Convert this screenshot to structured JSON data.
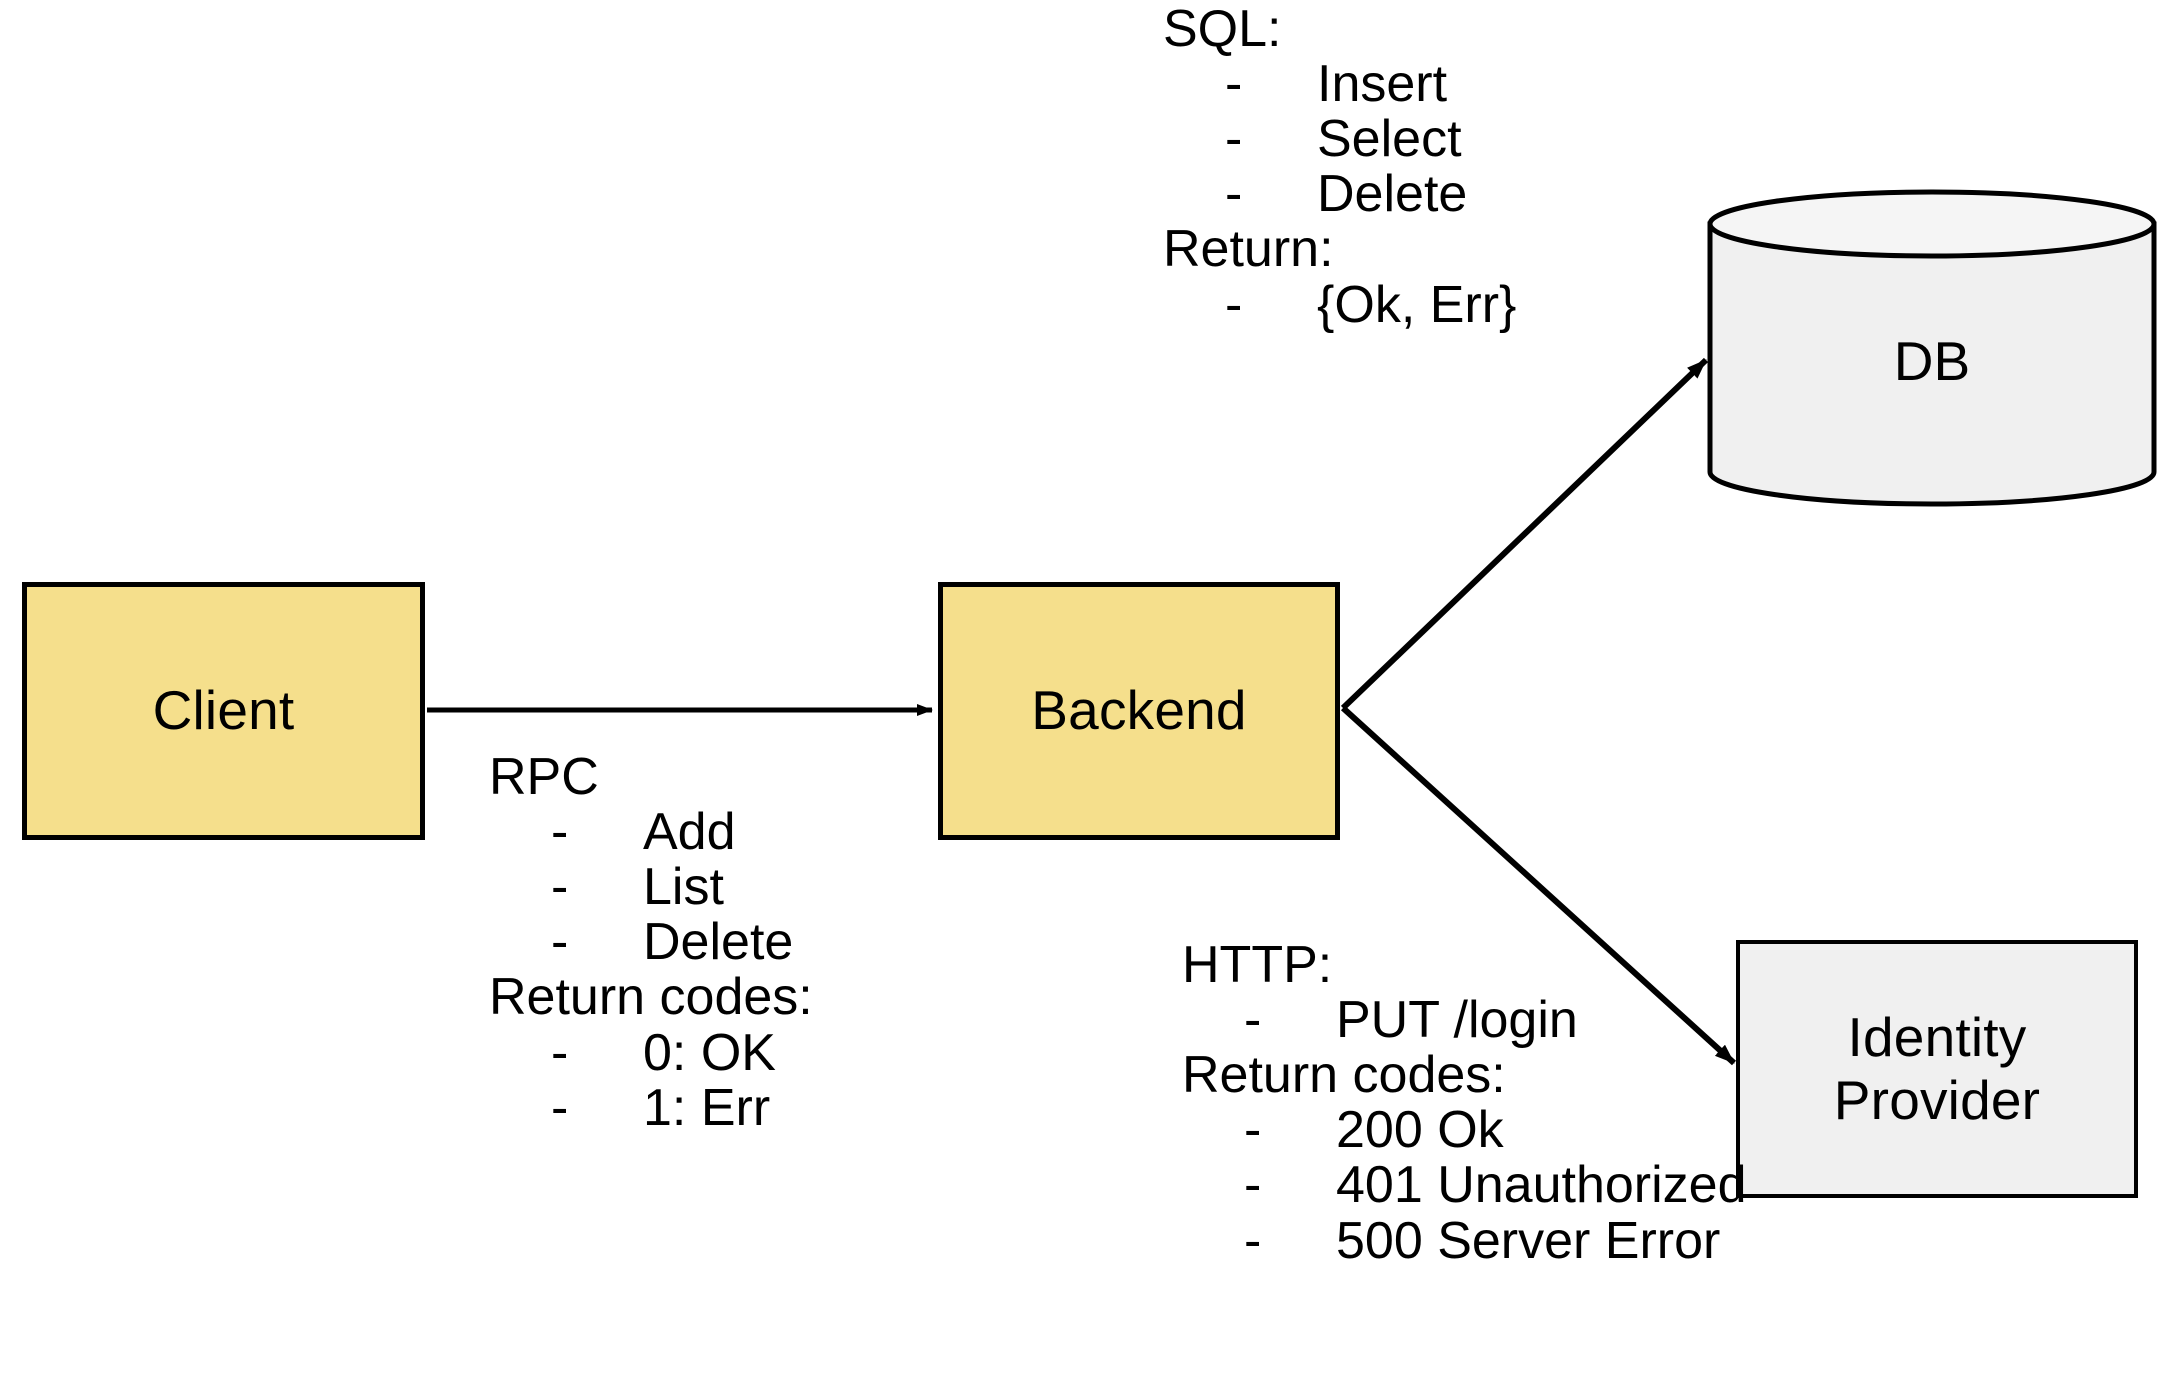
{
  "diagram": {
    "title": "Client / Backend / DB / Identity Provider architecture",
    "colors": {
      "process_fill": "#F5DF8C",
      "external_fill": "#F0F0F0",
      "stroke": "#000000",
      "background": "#FFFFFF"
    }
  },
  "nodes": {
    "client": {
      "label": "Client",
      "shape": "rectangle",
      "fill": "#F5DF8C"
    },
    "backend": {
      "label": "Backend",
      "shape": "rectangle",
      "fill": "#F5DF8C"
    },
    "db": {
      "label": "DB",
      "shape": "cylinder",
      "fill": "#F0F0F0"
    },
    "identity_provider": {
      "label": "Identity\nProvider",
      "shape": "rectangle",
      "fill": "#F0F0F0"
    }
  },
  "edges": {
    "client_to_backend": {
      "from": "Client",
      "to": "Backend",
      "protocol": "RPC",
      "arrow": "single"
    },
    "backend_to_db": {
      "from": "Backend",
      "to": "DB",
      "protocol": "SQL",
      "arrow": "single"
    },
    "backend_to_idp": {
      "from": "Backend",
      "to": "Identity Provider",
      "protocol": "HTTP",
      "arrow": "single"
    }
  },
  "annotations": {
    "rpc": {
      "heading": "RPC",
      "dash": "-",
      "operations": [
        "Add",
        "List",
        "Delete"
      ],
      "returns_heading": "Return codes:",
      "returns": [
        "0: OK",
        "1: Err"
      ]
    },
    "sql": {
      "heading": "SQL:",
      "dash": "-",
      "operations": [
        "Insert",
        "Select",
        "Delete"
      ],
      "returns_heading": "Return:",
      "returns": [
        "{Ok, Err}"
      ]
    },
    "http": {
      "heading": "HTTP:",
      "dash": "-",
      "operations": [
        "PUT /login"
      ],
      "returns_heading": "Return codes:",
      "returns": [
        "200 Ok",
        "401 Unauthorized",
        "500 Server Error"
      ]
    }
  }
}
